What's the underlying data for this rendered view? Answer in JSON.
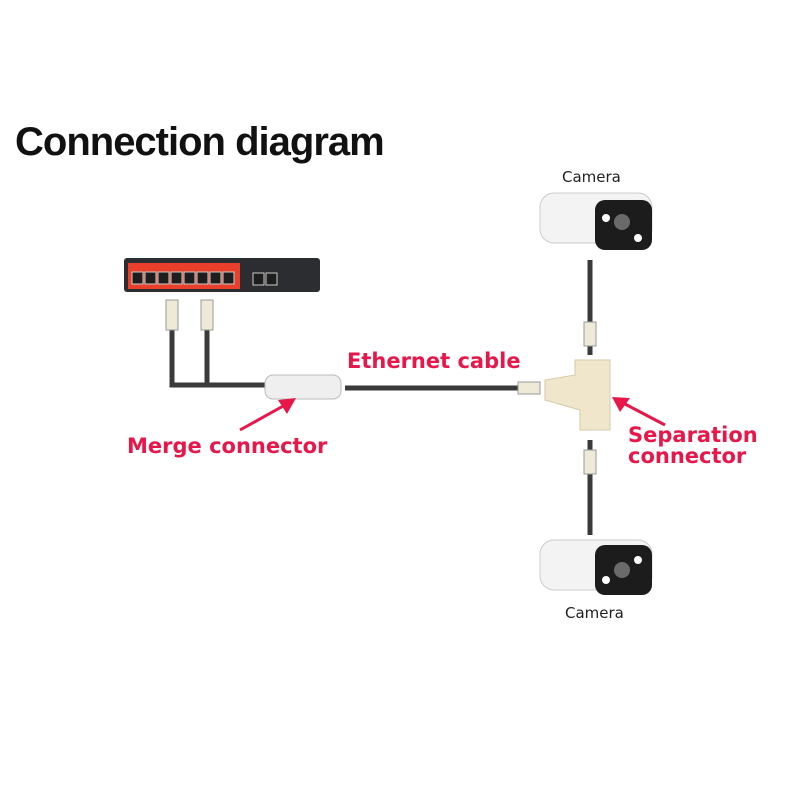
{
  "title": "Connection diagram",
  "labels": {
    "ethernet_cable": "Ethernet cable",
    "merge_connector": "Merge connector",
    "separation_connector_line1": "Separation",
    "separation_connector_line2": "connector",
    "camera_top": "Camera",
    "camera_bottom": "Camera"
  },
  "colors": {
    "accent": "#e8174a",
    "cable": "#3a3a3a",
    "connector": "#efe6cc"
  }
}
